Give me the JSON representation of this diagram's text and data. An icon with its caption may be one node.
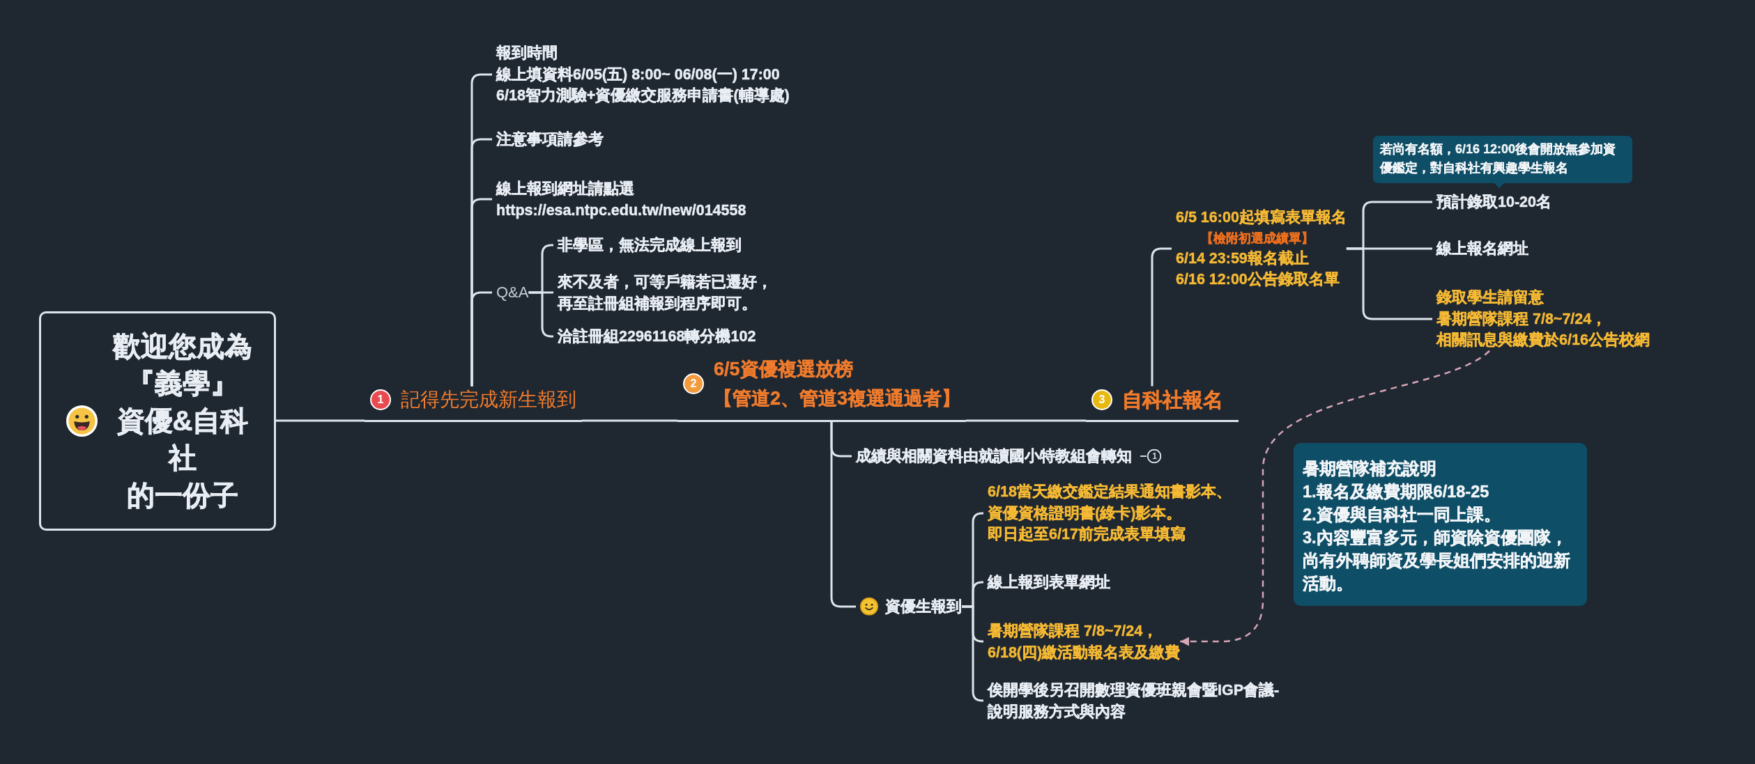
{
  "diagram": {
    "nodes": [
      {
        "text": [
          "歡迎您成為",
          "『義學』",
          "資優&自科社",
          "的一份子"
        ]
      },
      {
        "text": [
          "1",
          "記得先完成新生報到"
        ]
      },
      {
        "text": [
          "2",
          "6/5資優複選放榜",
          "【管道2、管道3複選通過者】"
        ]
      },
      {
        "text": [
          "3",
          "自科社報名"
        ]
      },
      {
        "text": [
          "報到時間",
          "線上填資料6/05(五) 8:00~ 06/08(一) 17:00",
          "6/18智力測驗+資優繳交服務申請書(輔導處)"
        ]
      },
      {
        "text": [
          "注意事項請參考"
        ]
      },
      {
        "text": [
          "線上報到網址請點選",
          "https://esa.ntpc.edu.tw/new/014558"
        ]
      },
      {
        "text": [
          "Q&A"
        ]
      },
      {
        "text": [
          "非學區，無法完成線上報到"
        ]
      },
      {
        "text": [
          "來不及者，可等戶籍若已遷好，",
          "再至註冊組補報到程序即可。"
        ]
      },
      {
        "text": [
          "洽註冊組22961168轉分機102"
        ]
      },
      {
        "text": [
          "成績與相關資料由就讀國小特教組會轉知"
        ],
        "beside": [
          "1"
        ]
      },
      {
        "text": [
          "資優生報到"
        ]
      },
      {
        "text": [
          "6/18當天繳交鑑定結果通知書影本、",
          "資優資格證明書(綠卡)影本。",
          "即日起至6/17前完成表單填寫"
        ]
      },
      {
        "text": [
          "線上報到表單網址"
        ]
      },
      {
        "text": [
          "暑期營隊課程 7/8~7/24，",
          "6/18(四)繳活動報名表及繳費"
        ]
      },
      {
        "text": [
          "俟開學後另召開數理資優班親會暨IGP會議-",
          "說明服務方式與內容"
        ]
      },
      {
        "text": [
          "6/5 16:00起填寫表單報名",
          "【檢附初選成績單】",
          "6/14 23:59報名截止",
          "6/16 12:00公告錄取名單"
        ]
      },
      {
        "text": [
          "若尚有名額，6/16 12:00後會開放無參加資優鑑定，對自科社有興趣學生報名"
        ]
      },
      {
        "text": [
          "預計錄取10-20名"
        ]
      },
      {
        "text": [
          "線上報名網址"
        ]
      },
      {
        "text": [
          "錄取學生請留意",
          "暑期營隊課程 7/8~7/24，",
          "相關訊息與繳費於6/16公告校網"
        ]
      },
      {
        "text": [
          "暑期營隊補充說明",
          "1.報名及繳費期限6/18-25",
          "2.資優與自科社一同上課。",
          "3.內容豐富多元，師資除資優團隊，尚有外聘師資及學長姐們安排的迎新活動。"
        ]
      }
    ],
    "edges": [
      {
        "from": 0,
        "to": 1,
        "arrow": "none"
      },
      {
        "from": 1,
        "to": 2,
        "arrow": "none"
      },
      {
        "from": 2,
        "to": 3,
        "arrow": "none"
      },
      {
        "from": 1,
        "to": 4,
        "arrow": "none"
      },
      {
        "from": 1,
        "to": 5,
        "arrow": "none"
      },
      {
        "from": 1,
        "to": 6,
        "arrow": "none"
      },
      {
        "from": 1,
        "to": 7,
        "arrow": "none"
      },
      {
        "from": 7,
        "to": 8,
        "arrow": "none"
      },
      {
        "from": 7,
        "to": 9,
        "arrow": "none"
      },
      {
        "from": 7,
        "to": 10,
        "arrow": "none"
      },
      {
        "from": 2,
        "to": 11,
        "arrow": "none"
      },
      {
        "from": 2,
        "to": 12,
        "arrow": "none"
      },
      {
        "from": 12,
        "to": 13,
        "arrow": "none"
      },
      {
        "from": 12,
        "to": 14,
        "arrow": "none"
      },
      {
        "from": 12,
        "to": 15,
        "arrow": "none"
      },
      {
        "from": 12,
        "to": 16,
        "arrow": "none"
      },
      {
        "from": 3,
        "to": 17,
        "arrow": "none"
      },
      {
        "from": 17,
        "to": 19,
        "arrow": "none"
      },
      {
        "from": 17,
        "to": 20,
        "arrow": "none"
      },
      {
        "from": 17,
        "to": 21,
        "arrow": "none"
      },
      {
        "from": 21,
        "to": 15,
        "arrow": "to",
        "style": "dashed",
        "color": "#d6a5b6"
      }
    ]
  }
}
